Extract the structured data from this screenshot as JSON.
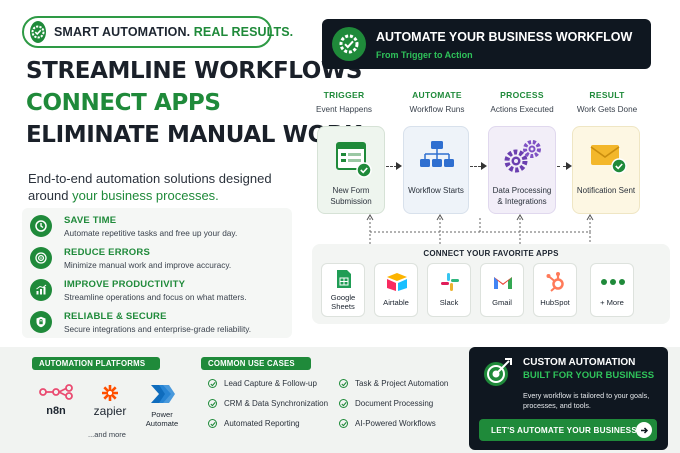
{
  "badge": {
    "part1": "SMART AUTOMATION.",
    "part2": "REAL RESULTS."
  },
  "headline": {
    "line1": "STREAMLINE WORKFLOWS",
    "line2": "CONNECT APPS",
    "line3": "ELIMINATE MANUAL WORK"
  },
  "intro": {
    "text": "End-to-end automation solutions designed around",
    "highlight": "your business processes."
  },
  "benefits": [
    {
      "title": "SAVE TIME",
      "desc": "Automate repetitive tasks and free up your day.",
      "icon": "clock-icon"
    },
    {
      "title": "REDUCE ERRORS",
      "desc": "Minimize manual work and improve accuracy.",
      "icon": "target-icon"
    },
    {
      "title": "IMPROVE PRODUCTIVITY",
      "desc": "Streamline operations and focus on what matters.",
      "icon": "chart-icon"
    },
    {
      "title": "RELIABLE & SECURE",
      "desc": "Secure integrations and enterprise-grade reliability.",
      "icon": "shield-icon"
    }
  ],
  "workflow": {
    "title": "AUTOMATE YOUR BUSINESS WORKFLOW",
    "subtitle": "From Trigger to Action",
    "steps": [
      {
        "title": "TRIGGER",
        "sub": "Event Happens",
        "card": "New Form Submission"
      },
      {
        "title": "AUTOMATE",
        "sub": "Workflow Runs",
        "card": "Workflow Starts"
      },
      {
        "title": "PROCESS",
        "sub": "Actions Executed",
        "card": "Data Processing & Integrations"
      },
      {
        "title": "RESULT",
        "sub": "Work Gets Done",
        "card": "Notification Sent"
      }
    ]
  },
  "apps": {
    "title": "CONNECT YOUR FAVORITE APPS",
    "items": [
      {
        "label": "Google Sheets"
      },
      {
        "label": "Airtable"
      },
      {
        "label": "Slack"
      },
      {
        "label": "Gmail"
      },
      {
        "label": "HubSpot"
      },
      {
        "label": "+ More"
      }
    ]
  },
  "platforms": {
    "title": "AUTOMATION PLATFORMS",
    "items": [
      {
        "label": "n8n"
      },
      {
        "label": "zapier"
      },
      {
        "label": "Power Automate"
      }
    ],
    "more": "...and more"
  },
  "use_cases": {
    "title": "COMMON USE CASES",
    "items": [
      "Lead Capture & Follow-up",
      "CRM & Data Synchronization",
      "Automated Reporting",
      "Task & Project Automation",
      "Document Processing",
      "AI-Powered Workflows"
    ]
  },
  "custom": {
    "title": "CUSTOM AUTOMATION",
    "subtitle": "BUILT FOR YOUR BUSINESS",
    "desc": "Every workflow is tailored to your goals, processes, and tools.",
    "cta": "LET'S AUTOMATE YOUR BUSINESS"
  },
  "colors": {
    "accent": "#1f8a3a",
    "dark": "#0f1720",
    "highlight": "#2fc25a"
  }
}
